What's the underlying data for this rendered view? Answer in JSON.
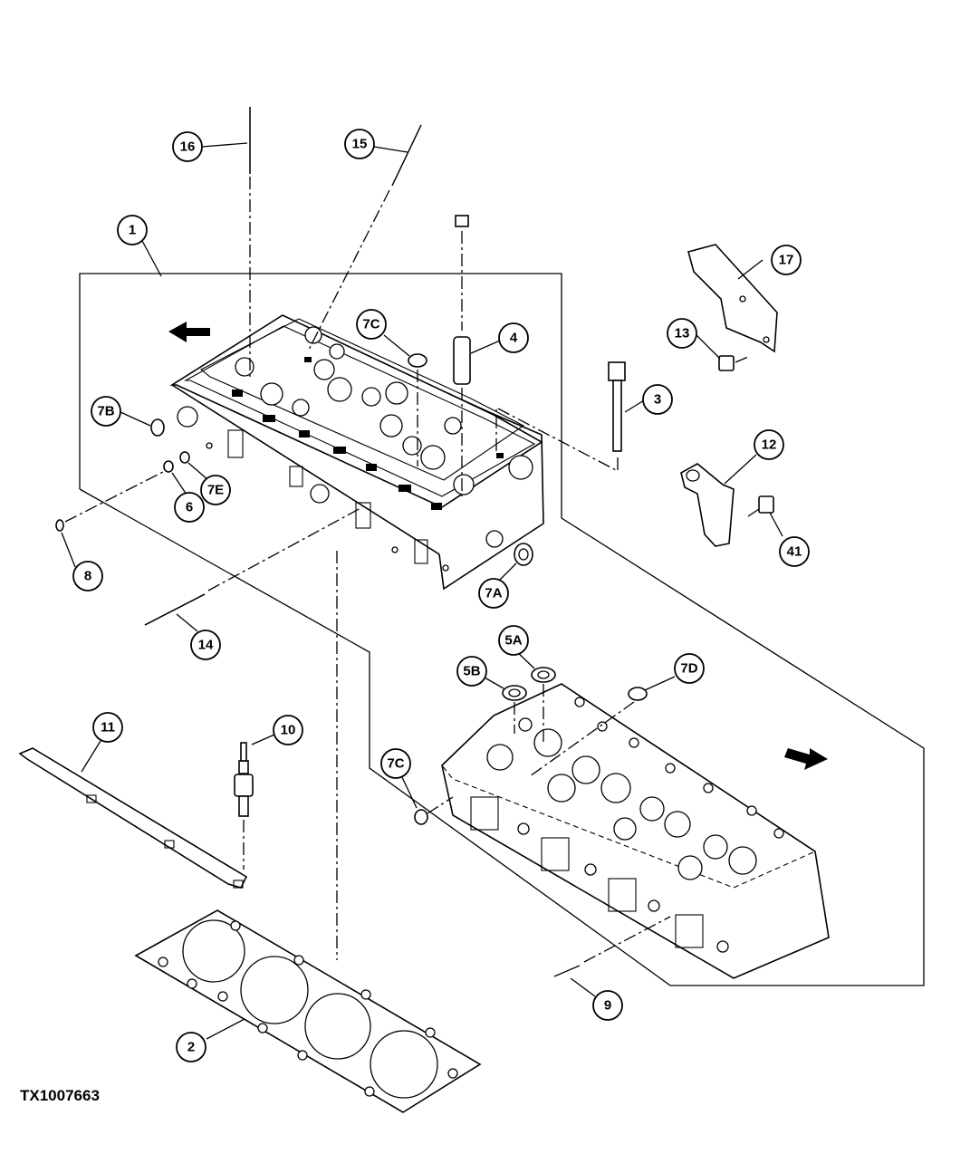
{
  "figure_id": "TX1007663",
  "callouts": {
    "c1": "1",
    "c2": "2",
    "c3": "3",
    "c4": "4",
    "c5A": "5A",
    "c5B": "5B",
    "c6": "6",
    "c7A": "7A",
    "c7B": "7B",
    "c7C_top": "7C",
    "c7C_bottom": "7C",
    "c7D": "7D",
    "c7E": "7E",
    "c8": "8",
    "c9": "9",
    "c10": "10",
    "c11": "11",
    "c12": "12",
    "c13": "13",
    "c14": "14",
    "c15": "15",
    "c16": "16",
    "c17": "17",
    "c41": "41"
  },
  "colors": {
    "line": "#000000",
    "background": "#ffffff"
  },
  "icons": [
    "front-direction-arrow-icon",
    "rear-direction-arrow-icon"
  ]
}
